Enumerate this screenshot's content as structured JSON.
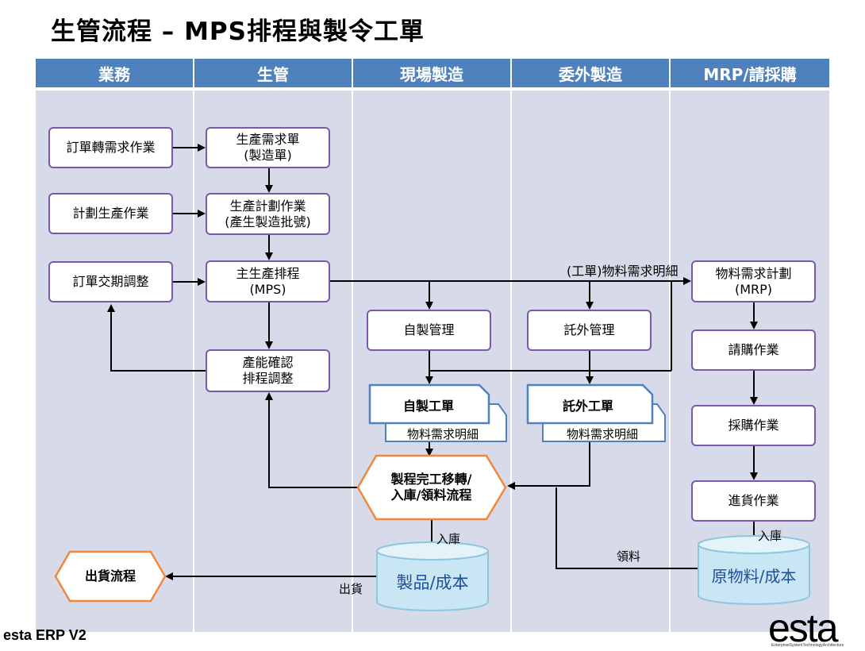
{
  "title": "生管流程 – MPS排程與製令工單",
  "lanes": [
    "業務",
    "生管",
    "現場製造",
    "委外製造",
    "MRP/請採購"
  ],
  "nodes": {
    "order_to_demand": "訂單轉需求作業",
    "plan_production": "計劃生產作業",
    "order_date_adjust": "訂單交期調整",
    "production_demand": "生產需求單\n(製造單)",
    "production_plan": "生產計劃作業\n(產生製造批號)",
    "mps": "主生產排程\n(MPS)",
    "capacity_check": "產能確認\n排程調整",
    "self_manage": "自製管理",
    "outsource_manage": "託外管理",
    "mrp": "物料需求計劃\n(MRP)",
    "requisition": "請購作業",
    "purchase": "採購作業",
    "receiving": "進貨作業",
    "process_flow": "製程完工移轉/\n入庫/領料流程",
    "shipping_flow": "出貨流程"
  },
  "documents": {
    "self_order": "自製工單",
    "self_order_detail": "物料需求明細",
    "outsource_order": "託外工單",
    "outsource_order_detail": "物料需求明細"
  },
  "databases": {
    "products": "製品/成本",
    "materials": "原物料/成本"
  },
  "edge_labels": {
    "work_order_material": "(工單)物料需求明細",
    "stock_in_products": "入庫",
    "stock_in_materials": "入庫",
    "material_issue": "領料",
    "shipment": "出貨"
  },
  "footer": "esta ERP V2",
  "logo": {
    "text": "esta",
    "tagline": "EnterpriseSystemTechnologyArchitecture"
  },
  "colors": {
    "lane_header": "#4f81bd",
    "lane_body": "#d7dbe9",
    "box_border": "#7a5aa8",
    "doc_border": "#4f81bd",
    "hex_border": "#f0883c",
    "db_fill": "#c9e6f4",
    "db_text": "#1f4e9b"
  }
}
